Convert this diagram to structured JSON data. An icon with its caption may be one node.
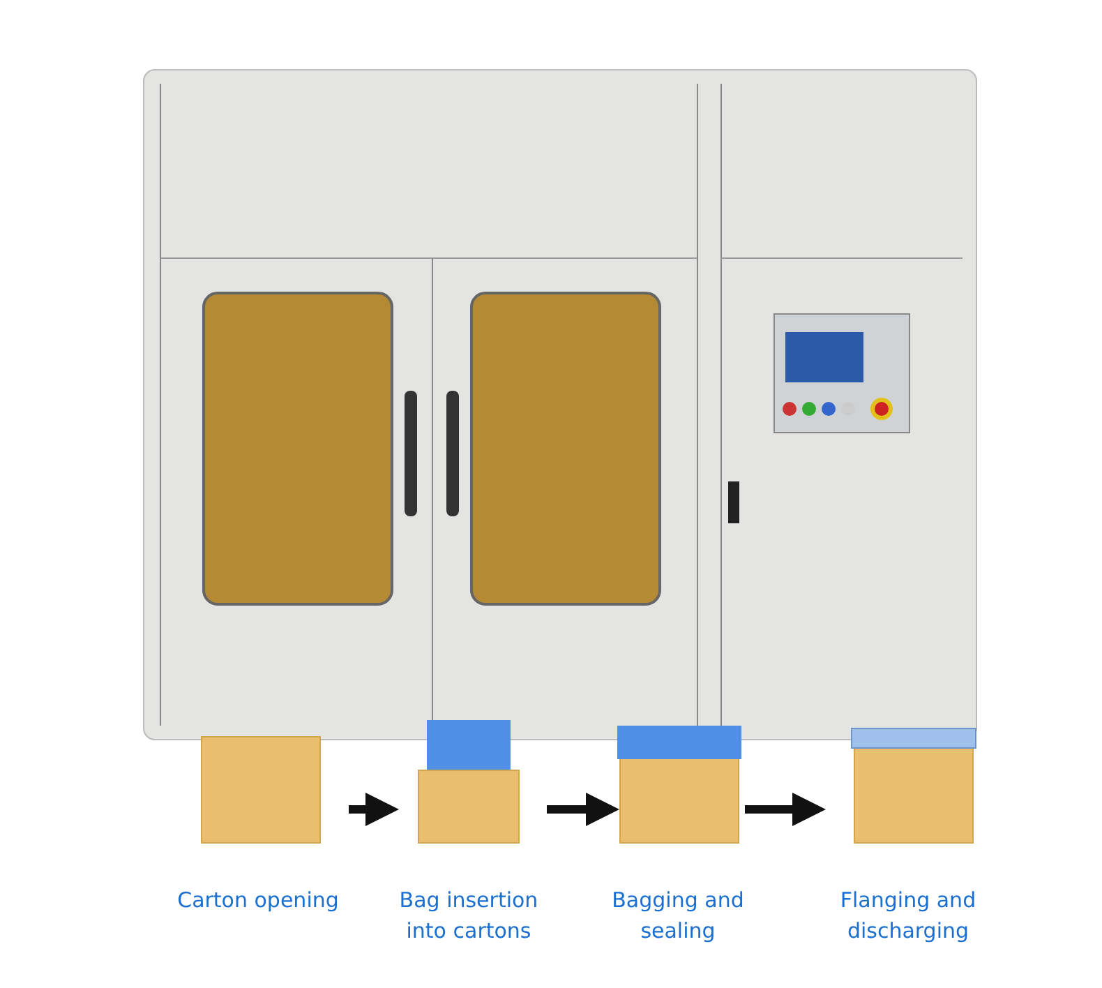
{
  "diagram": {
    "nodes": [
      {
        "text": [
          "Carton opening"
        ]
      },
      {
        "text": [
          "Bag insertion into cartons"
        ]
      },
      {
        "text": [
          "Bagging and sealing"
        ]
      },
      {
        "text": [
          "Flanging and discharging"
        ]
      }
    ],
    "edges": [
      {
        "from": 0,
        "to": 1,
        "arrow": "to"
      },
      {
        "from": 1,
        "to": 2,
        "arrow": "to"
      },
      {
        "from": 2,
        "to": 3,
        "arrow": "to"
      }
    ]
  }
}
